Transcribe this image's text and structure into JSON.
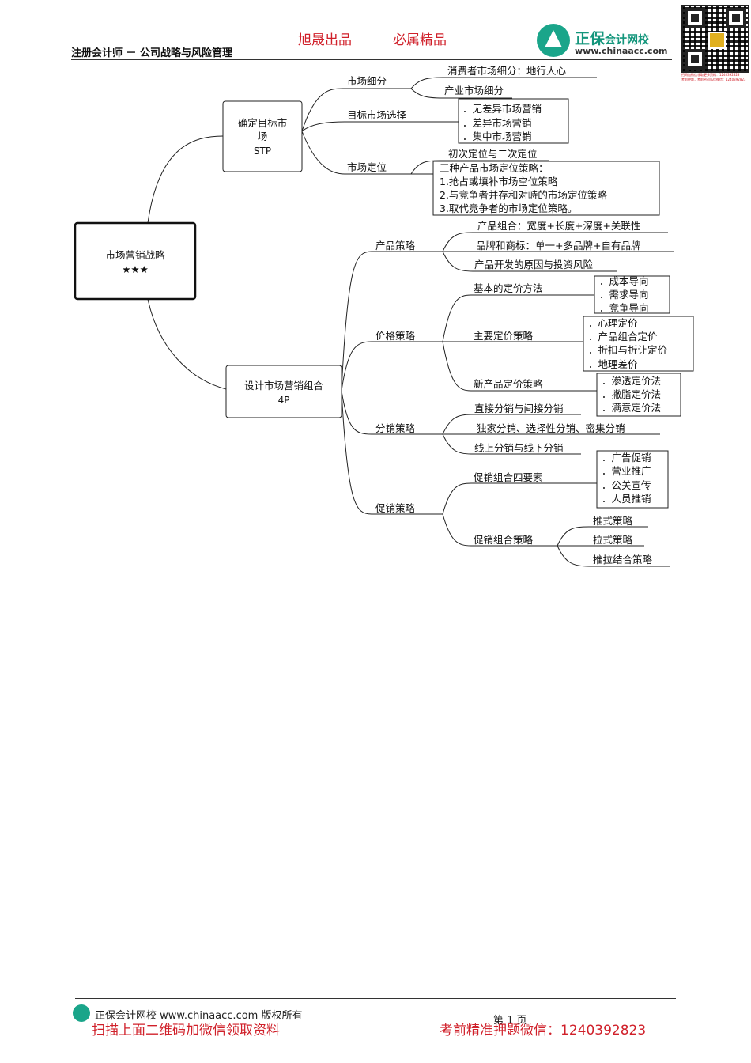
{
  "header": {
    "subject": "注册会计师 － 公司战略与风险管理",
    "slogan_left": "旭晟出品",
    "slogan_right": "必属精品",
    "logo_main": "正保",
    "logo_sub": "会计网校",
    "logo_url": "www.chinaacc.com",
    "qr_caption_1": "扫码加微信领取更多资料：1240392823",
    "qr_caption_2": "考前押题，考前密训私信微信：1240392823"
  },
  "mindmap": {
    "root": {
      "label": "市场营销战略",
      "stars": "★★★"
    },
    "stp": {
      "line1": "确定目标市",
      "line2": "场",
      "line3": "STP",
      "seg": {
        "label": "市场细分",
        "children": [
          "消费者市场细分：地行人心",
          "产业市场细分"
        ]
      },
      "target": {
        "label": "目标市场选择",
        "children": [
          "．无差异市场营销",
          "．差异市场营销",
          "．集中市场营销"
        ]
      },
      "position": {
        "label": "市场定位",
        "child": "初次定位与二次定位",
        "box": [
          "三种产品市场定位策略：",
          "1.抢占或填补市场空位策略",
          "2.与竞争者并存和对峙的市场定位策略",
          "3.取代竞争者的市场定位策略。"
        ]
      }
    },
    "mix": {
      "line1": "设计市场营销组合",
      "line2": "4P",
      "product": {
        "label": "产品策略",
        "children": [
          "产品组合：宽度+长度+深度+关联性",
          "品牌和商标：单一+多品牌+自有品牌",
          "产品开发的原因与投资风险"
        ]
      },
      "price": {
        "label": "价格策略",
        "basic": {
          "label": "基本的定价方法",
          "items": [
            "．成本导向",
            "．需求导向",
            "．竞争导向"
          ]
        },
        "main": {
          "label": "主要定价策略",
          "items": [
            "．心理定价",
            "．产品组合定价",
            "．折扣与折让定价",
            "．地理差价"
          ]
        },
        "newp": {
          "label": "新产品定价策略",
          "items": [
            "．渗透定价法",
            "．撇脂定价法",
            "．满意定价法"
          ]
        }
      },
      "dist": {
        "label": "分销策略",
        "children": [
          "直接分销与间接分销",
          "独家分销、选择性分销、密集分销",
          "线上分销与线下分销"
        ]
      },
      "promo": {
        "label": "促销策略",
        "four": {
          "label": "促销组合四要素",
          "items": [
            "．广告促销",
            "．营业推广",
            "．公关宣传",
            "．人员推销"
          ]
        },
        "strat": {
          "label": "促销组合策略",
          "items": [
            "推式策略",
            "拉式策略",
            "推拉结合策略"
          ]
        }
      }
    }
  },
  "footer": {
    "brand": "正保会计网校 www.chinaacc.com 版权所有",
    "page": "第 1 页",
    "promo_left": "扫描上面二维码加微信领取资料",
    "promo_right": "考前精准押题微信：1240392823"
  }
}
